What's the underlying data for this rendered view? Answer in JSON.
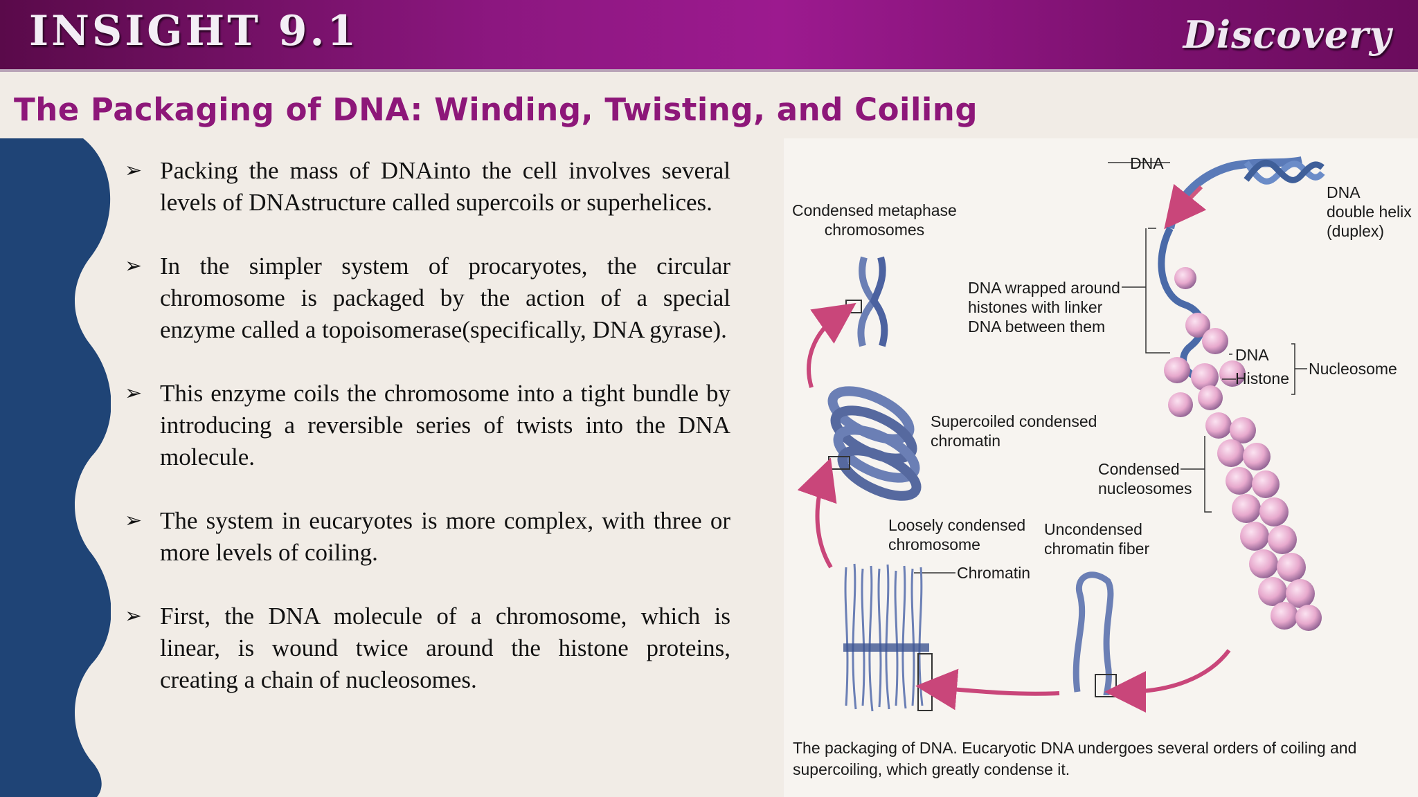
{
  "header": {
    "title": "INSIGHT 9.1",
    "right_label": "Discovery"
  },
  "subtitle": "The Packaging of DNA: Winding, Twisting, and Coiling",
  "bullets": [
    "Packing the mass of DNAinto the cell involves several levels of DNAstructure called supercoils or superhelices.",
    "In the simpler system of procaryotes, the circular chromosome is packaged by the action of a special enzyme called a topoisomerase(specifically, DNA gyrase).",
    "This enzyme coils the chromosome into a tight bundle by introducing a reversible series of twists into the DNA molecule.",
    "The system in eucaryotes is more complex, with three or more levels of coiling.",
    "First, the DNA molecule of a chromosome, which is linear, is wound twice around the histone proteins, creating a chain of nucleosomes."
  ],
  "bullet_marker": "➢",
  "figure": {
    "labels": {
      "dna_top": "DNA",
      "double_helix": "DNA\ndouble helix\n(duplex)",
      "metaphase": "Condensed metaphase\nchromosomes",
      "wrapped": "DNA wrapped around\nhistones with linker\nDNA between them",
      "dna_small": "DNA",
      "histone": "Histone",
      "nucleosome": "Nucleosome",
      "supercoiled": "Supercoiled condensed\nchromatin",
      "condensed_nuc": "Condensed\nnucleosomes",
      "loosely": "Loosely condensed\nchromosome",
      "uncondensed": "Uncondensed\nchromatin fiber",
      "chromatin": "Chromatin"
    },
    "caption": "The packaging of DNA. Eucaryotic DNA undergoes several orders of coiling and\nsupercoiling, which greatly condense it."
  },
  "colors": {
    "header": "#8c1780",
    "subtitle": "#8d1779",
    "panel": "#1f4476",
    "dna": "#4a6aa8",
    "histone": "#e7a9cd",
    "arrow": "#c9467a"
  }
}
